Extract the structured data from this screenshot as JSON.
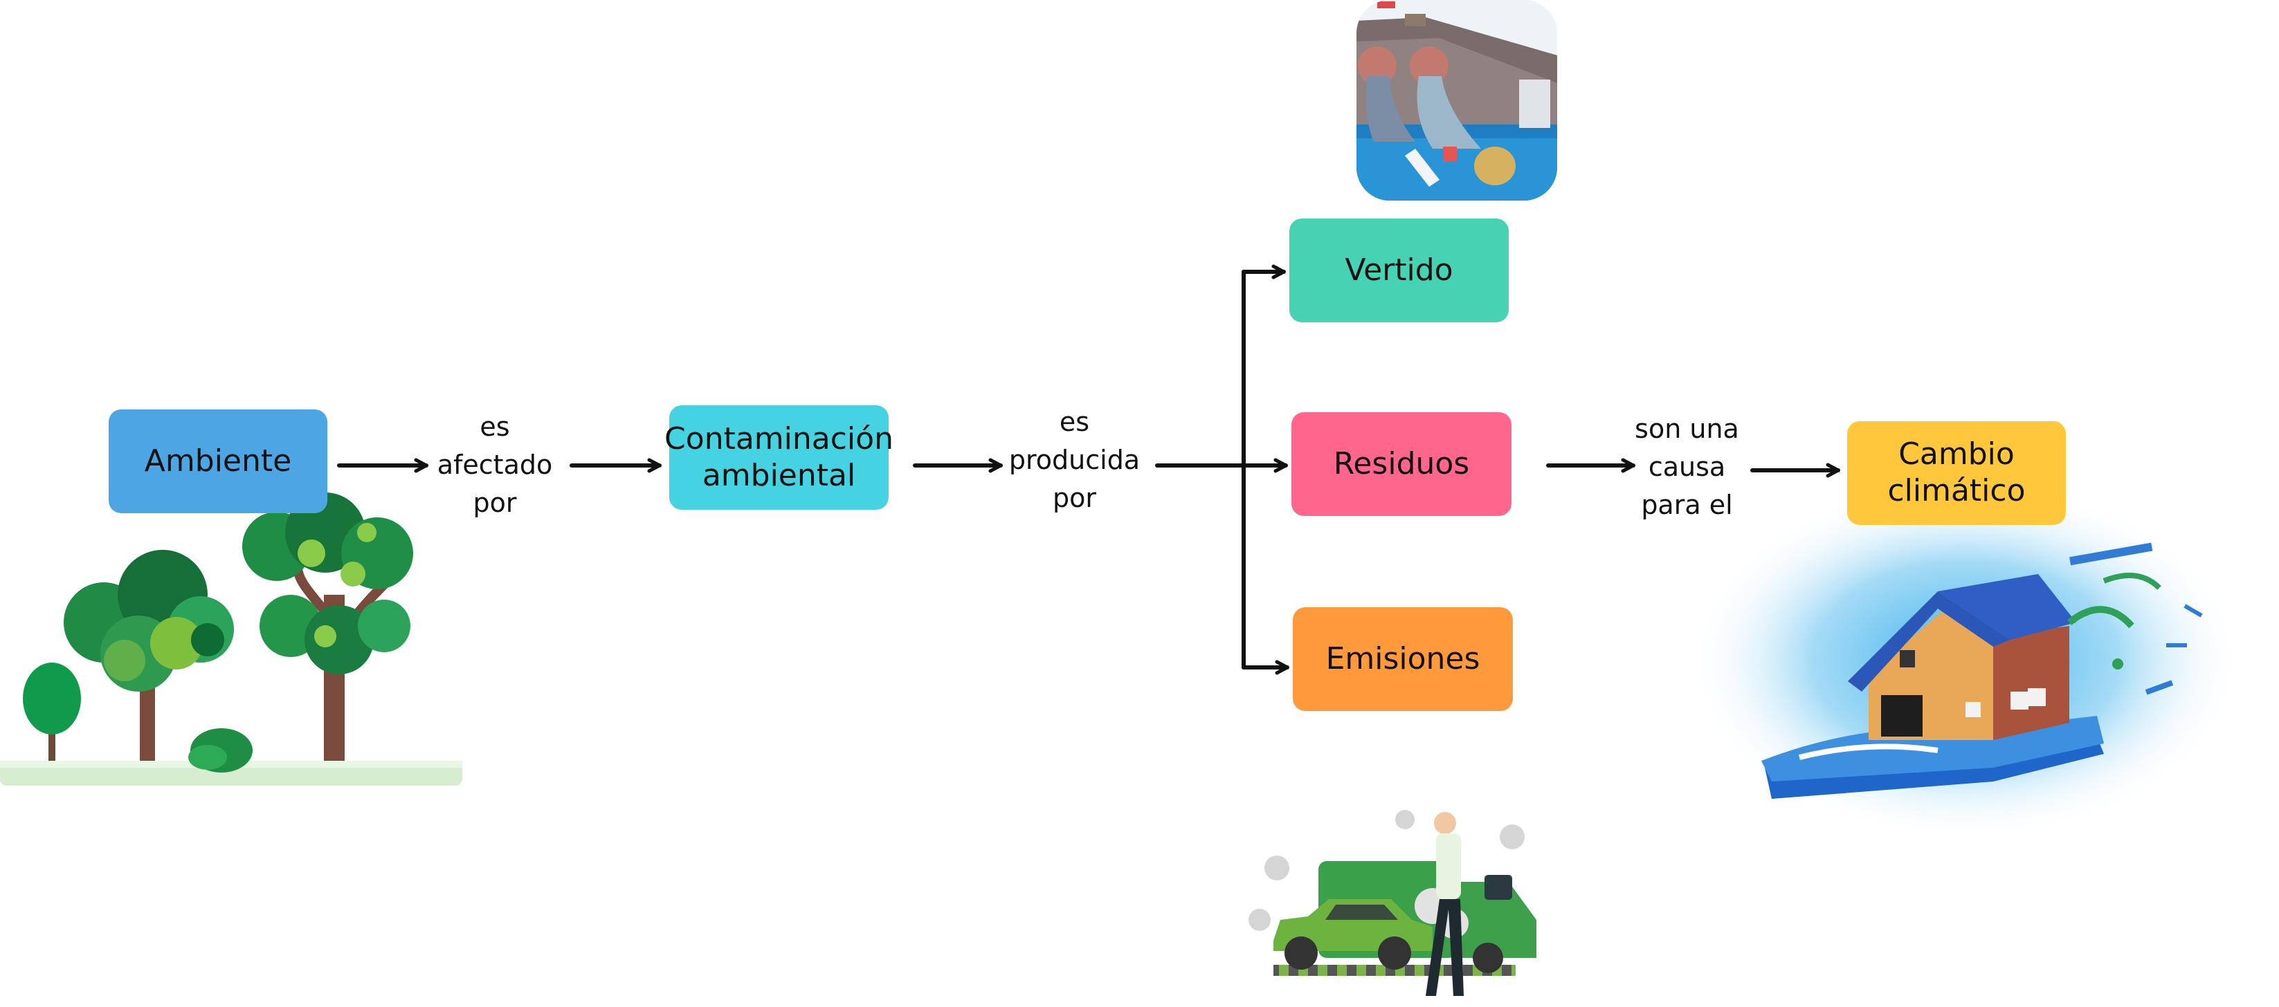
{
  "diagram": {
    "nodes": {
      "ambiente": {
        "label": "Ambiente",
        "color": "#4CA6E3"
      },
      "contaminacion": {
        "label": "Contaminación\nambiental",
        "color": "#45D3E1"
      },
      "vertido": {
        "label": "Vertido",
        "color": "#45D3B3"
      },
      "residuos": {
        "label": "Residuos",
        "color": "#FF668D"
      },
      "emisiones": {
        "label": "Emisiones",
        "color": "#FF9A3C"
      },
      "cambio": {
        "label": "Cambio\nclimático",
        "color": "#FFC73C"
      }
    },
    "connectors": {
      "afectado": "es\nafectado\npor",
      "producida": "es\nproducida\npor",
      "causa": "son una\ncausa\npara el"
    },
    "illustrations": {
      "trees": "trees-illustration",
      "water_pollution": "water-pollution-illustration",
      "car_emissions": "car-emissions-illustration",
      "flooded_house": "flooded-house-illustration"
    }
  }
}
